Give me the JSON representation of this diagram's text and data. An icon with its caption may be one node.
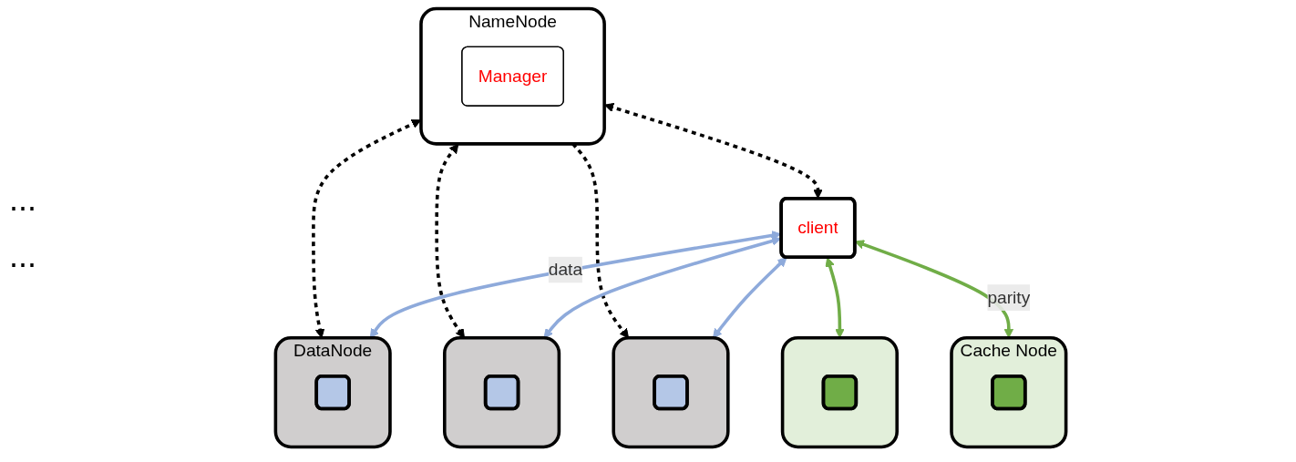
{
  "diagram": {
    "nodes": [
      {
        "text": [
          "NameNode"
        ]
      },
      {
        "text": [
          "Manager"
        ],
        "in": 0
      },
      {
        "text": [
          "client"
        ]
      },
      {
        "text": [],
        "shape": "box",
        "beside": [
          "DataNode"
        ]
      },
      {
        "text": [],
        "shape": "box",
        "in": 3
      },
      {
        "text": [],
        "shape": "box"
      },
      {
        "text": [],
        "shape": "box",
        "in": 5
      },
      {
        "text": [],
        "shape": "box"
      },
      {
        "text": [],
        "shape": "box",
        "in": 7
      },
      {
        "text": [],
        "shape": "box"
      },
      {
        "text": [],
        "shape": "box",
        "in": 9
      },
      {
        "text": [],
        "shape": "box",
        "beside": [
          "Cache Node"
        ]
      },
      {
        "text": [],
        "shape": "box",
        "in": 11
      }
    ],
    "edges": [
      {
        "from": 0,
        "to": 2,
        "arrow": "both",
        "style": "dashed"
      },
      {
        "from": 0,
        "to": 3,
        "arrow": "both",
        "style": "dashed"
      },
      {
        "from": 0,
        "to": 5,
        "arrow": "both",
        "style": "dashed"
      },
      {
        "from": 0,
        "to": 7,
        "arrow": "to",
        "style": "dashed"
      },
      {
        "from": 2,
        "to": 3,
        "arrow": "both",
        "label": "data",
        "color": "#8eaadb"
      },
      {
        "from": 2,
        "to": 5,
        "arrow": "both",
        "color": "#8eaadb"
      },
      {
        "from": 2,
        "to": 7,
        "arrow": "both",
        "color": "#8eaadb"
      },
      {
        "from": 2,
        "to": 9,
        "arrow": "both",
        "color": "#70ad47"
      },
      {
        "from": 2,
        "to": 11,
        "arrow": "both",
        "label": "parity",
        "color": "#70ad47"
      }
    ],
    "labels": [
      "...",
      "..."
    ]
  }
}
